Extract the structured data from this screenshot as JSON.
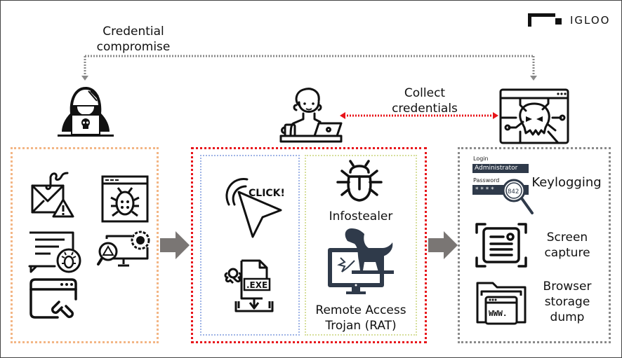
{
  "diagram": {
    "brand": "IGLOO",
    "top_flow": {
      "label_line1": "Credential",
      "label_line2": "compromise",
      "arrow_color": "#8a8a8a"
    },
    "collect_flow": {
      "label_line1": "Collect",
      "label_line2": "credentials",
      "arrow_color": "#e8141a"
    },
    "actors": {
      "attacker": "hooded-hacker-icon",
      "victim": "user-at-laptop-icon",
      "c2_server": "malicious-skull-browser-icon"
    },
    "stage1_initial_access": {
      "border_color": "#f3b685",
      "icons": [
        "phishing-email-icon",
        "malicious-website-icon",
        "malicious-message-icon",
        "vulnerability-scan-icon",
        "malicious-link-icon"
      ]
    },
    "stage2_execution": {
      "border_color": "#e8141a",
      "left_group": {
        "border_color": "#9fb4e6",
        "icons": [
          "click-icon",
          "malicious-exe-download-icon"
        ],
        "click_text": "CLICK!",
        "exe_text": ".EXE"
      },
      "right_group": {
        "border_color": "#d7df9c",
        "infostealer_label": "Infostealer",
        "rat_label_line1": "Remote Access",
        "rat_label_line2": "Trojan (RAT)"
      }
    },
    "stage3_collection": {
      "border_color": "#8a8a8a",
      "keylogging": {
        "label": "Keylogging",
        "login_caption": "Login",
        "login_value": "Administrator",
        "password_caption": "Password",
        "password_mask": "* * * *",
        "password_revealed": "842"
      },
      "screen_capture": {
        "line1": "Screen",
        "line2": "capture"
      },
      "browser_dump": {
        "line1": "Browser",
        "line2": "storage",
        "line3": "dump",
        "www_text": "WWW."
      }
    },
    "flow_arrow_color": "#7a7674"
  }
}
